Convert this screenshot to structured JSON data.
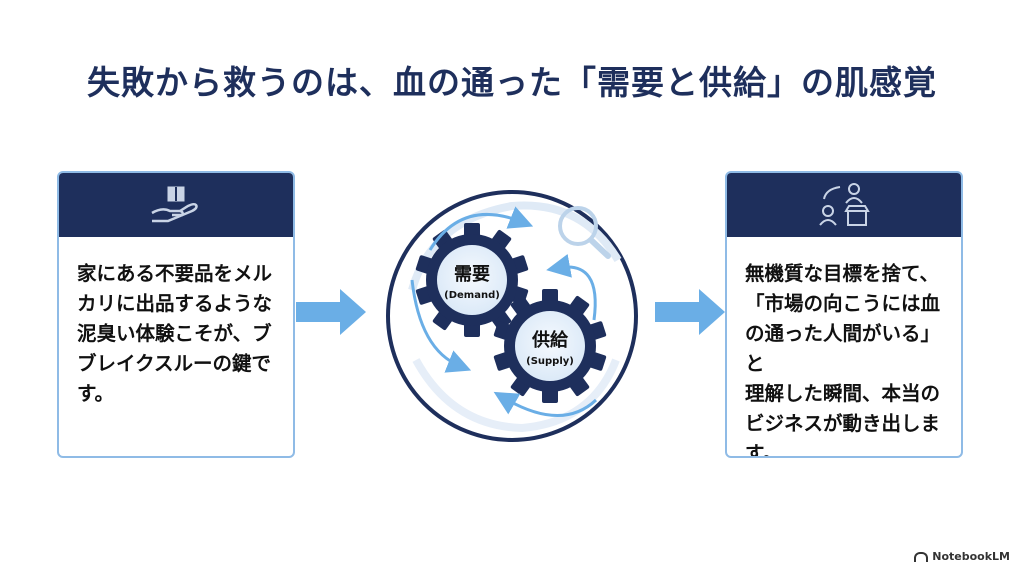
{
  "title": "失敗から救うのは、血の通った「需要と供給」の肌感覚",
  "left_card": {
    "icon": "hand-holding-box-icon",
    "text": "家にある不要品をメル\nカリに出品するような\n泥臭い体験こそが、ブ\nブレイクスルーの鍵で\nす。"
  },
  "right_card": {
    "icon": "people-exchange-market-icon",
    "text": "無機質な目標を捨て、\n「市場の向こうには血\nの通った人間がいる」と\n理解した瞬間、本当の\nビジネスが動き出しま\nす。"
  },
  "center": {
    "gear1_label": "需要",
    "gear1_sub": "(Demand)",
    "gear2_label": "供給",
    "gear2_sub": "(Supply)",
    "magnifier_icon": "magnifier-icon"
  },
  "watermark": "NotebookLM",
  "colors": {
    "navy": "#1e2f5c",
    "light_blue": "#8fbbe6",
    "arrow_blue": "#6aaee6"
  }
}
